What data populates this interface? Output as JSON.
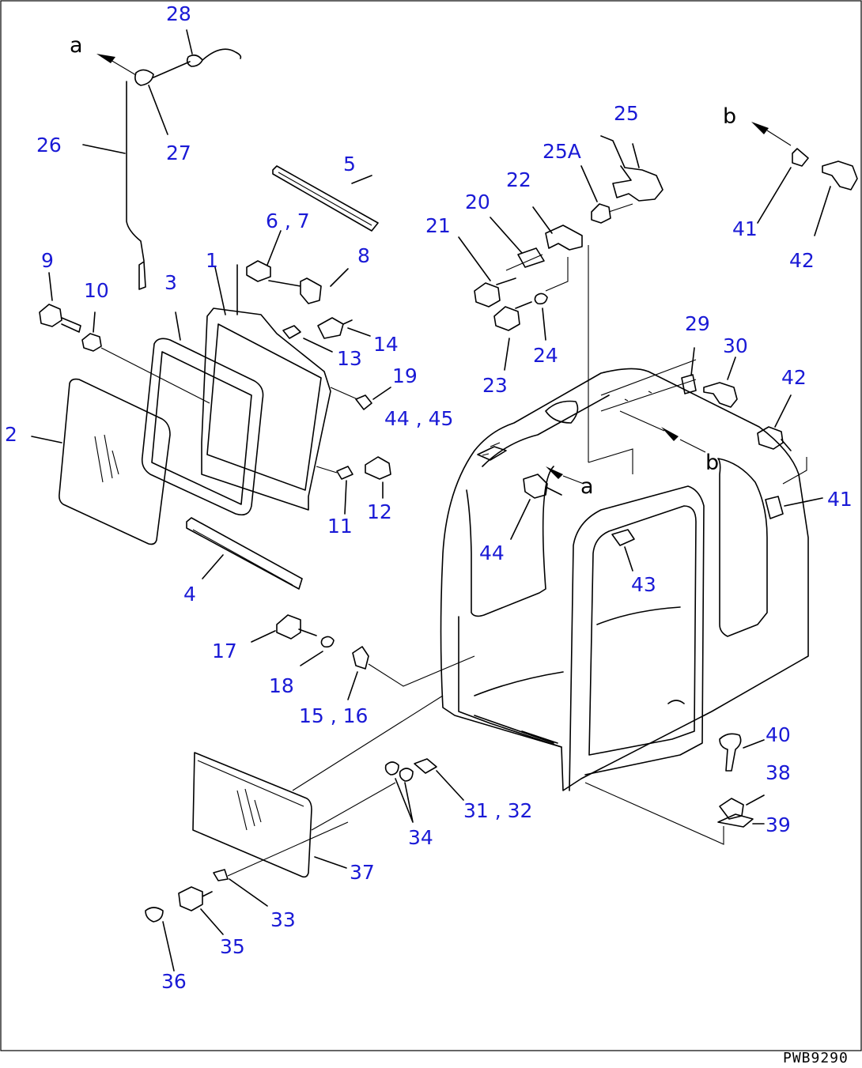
{
  "callouts": [
    {
      "id": "c28",
      "text": "28"
    },
    {
      "id": "c27",
      "text": "27"
    },
    {
      "id": "c26",
      "text": "26"
    },
    {
      "id": "c5",
      "text": "5"
    },
    {
      "id": "c6_7",
      "text": "6 , 7"
    },
    {
      "id": "c8",
      "text": "8"
    },
    {
      "id": "c9",
      "text": "9"
    },
    {
      "id": "c10",
      "text": "10"
    },
    {
      "id": "c3",
      "text": "3"
    },
    {
      "id": "c1",
      "text": "1"
    },
    {
      "id": "c14",
      "text": "14"
    },
    {
      "id": "c13",
      "text": "13"
    },
    {
      "id": "c19",
      "text": "19"
    },
    {
      "id": "c2",
      "text": "2"
    },
    {
      "id": "c11",
      "text": "11"
    },
    {
      "id": "c12",
      "text": "12"
    },
    {
      "id": "c4",
      "text": "4"
    },
    {
      "id": "c17",
      "text": "17"
    },
    {
      "id": "c18",
      "text": "18"
    },
    {
      "id": "c15_16",
      "text": "15 , 16"
    },
    {
      "id": "c25",
      "text": "25"
    },
    {
      "id": "c25A",
      "text": "25A"
    },
    {
      "id": "c22",
      "text": "22"
    },
    {
      "id": "c20",
      "text": "20"
    },
    {
      "id": "c21",
      "text": "21"
    },
    {
      "id": "c24",
      "text": "24"
    },
    {
      "id": "c23",
      "text": "23"
    },
    {
      "id": "c44_45",
      "text": "44 , 45"
    },
    {
      "id": "c44",
      "text": "44"
    },
    {
      "id": "c43",
      "text": "43"
    },
    {
      "id": "c41a",
      "text": "41"
    },
    {
      "id": "c42a",
      "text": "42"
    },
    {
      "id": "c29",
      "text": "29"
    },
    {
      "id": "c30",
      "text": "30"
    },
    {
      "id": "c42b",
      "text": "42"
    },
    {
      "id": "c41b",
      "text": "41"
    },
    {
      "id": "c40",
      "text": "40"
    },
    {
      "id": "c38",
      "text": "38"
    },
    {
      "id": "c39",
      "text": "39"
    },
    {
      "id": "c31_32",
      "text": "31 , 32"
    },
    {
      "id": "c34",
      "text": "34"
    },
    {
      "id": "c37",
      "text": "37"
    },
    {
      "id": "c33",
      "text": "33"
    },
    {
      "id": "c35",
      "text": "35"
    },
    {
      "id": "c36",
      "text": "36"
    }
  ],
  "view_refs": [
    {
      "id": "ra1",
      "text": "a"
    },
    {
      "id": "rb1",
      "text": "b"
    },
    {
      "id": "ra2",
      "text": "a"
    },
    {
      "id": "rb2",
      "text": "b"
    }
  ],
  "drawing_code": "PWB9290",
  "colors": {
    "callout": "#1a1ad6",
    "line": "#000000",
    "background": "#ffffff"
  }
}
